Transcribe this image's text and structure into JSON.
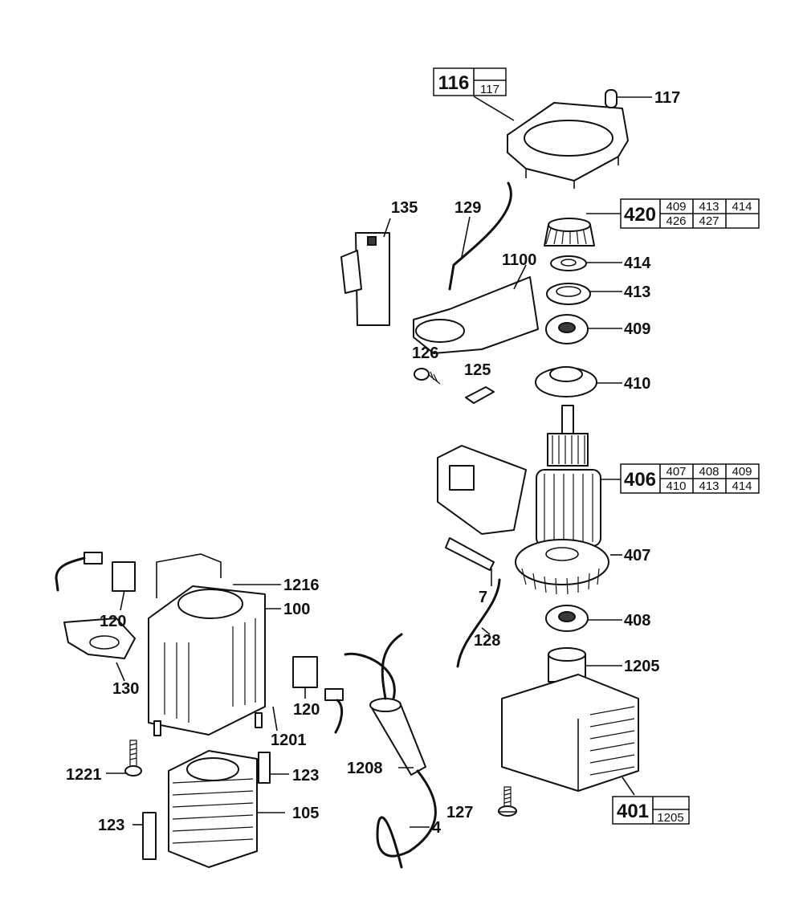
{
  "labels": {
    "l117": "117",
    "l135": "135",
    "l129": "129",
    "l1100": "1100",
    "l414": "414",
    "l413": "413",
    "l409": "409",
    "l126": "126",
    "l125": "125",
    "l410": "410",
    "l407": "407",
    "l7": "7",
    "l128": "128",
    "l408": "408",
    "l1216": "1216",
    "l100": "100",
    "l120a": "120",
    "l130": "130",
    "l120b": "120",
    "l1201": "1201",
    "l1205": "1205",
    "l1221": "1221",
    "l123a": "123",
    "l1208": "1208",
    "l123b": "123",
    "l105": "105",
    "l127": "127",
    "l4": "4"
  },
  "boxes": {
    "b116": {
      "main": "116",
      "sub": [
        "117"
      ]
    },
    "b420": {
      "main": "420",
      "sub": [
        "409",
        "413",
        "414",
        "426",
        "427",
        ""
      ]
    },
    "b406": {
      "main": "406",
      "sub": [
        "407",
        "408",
        "409",
        "410",
        "413",
        "414"
      ]
    },
    "b401": {
      "main": "401",
      "sub": [
        "1205"
      ]
    }
  }
}
